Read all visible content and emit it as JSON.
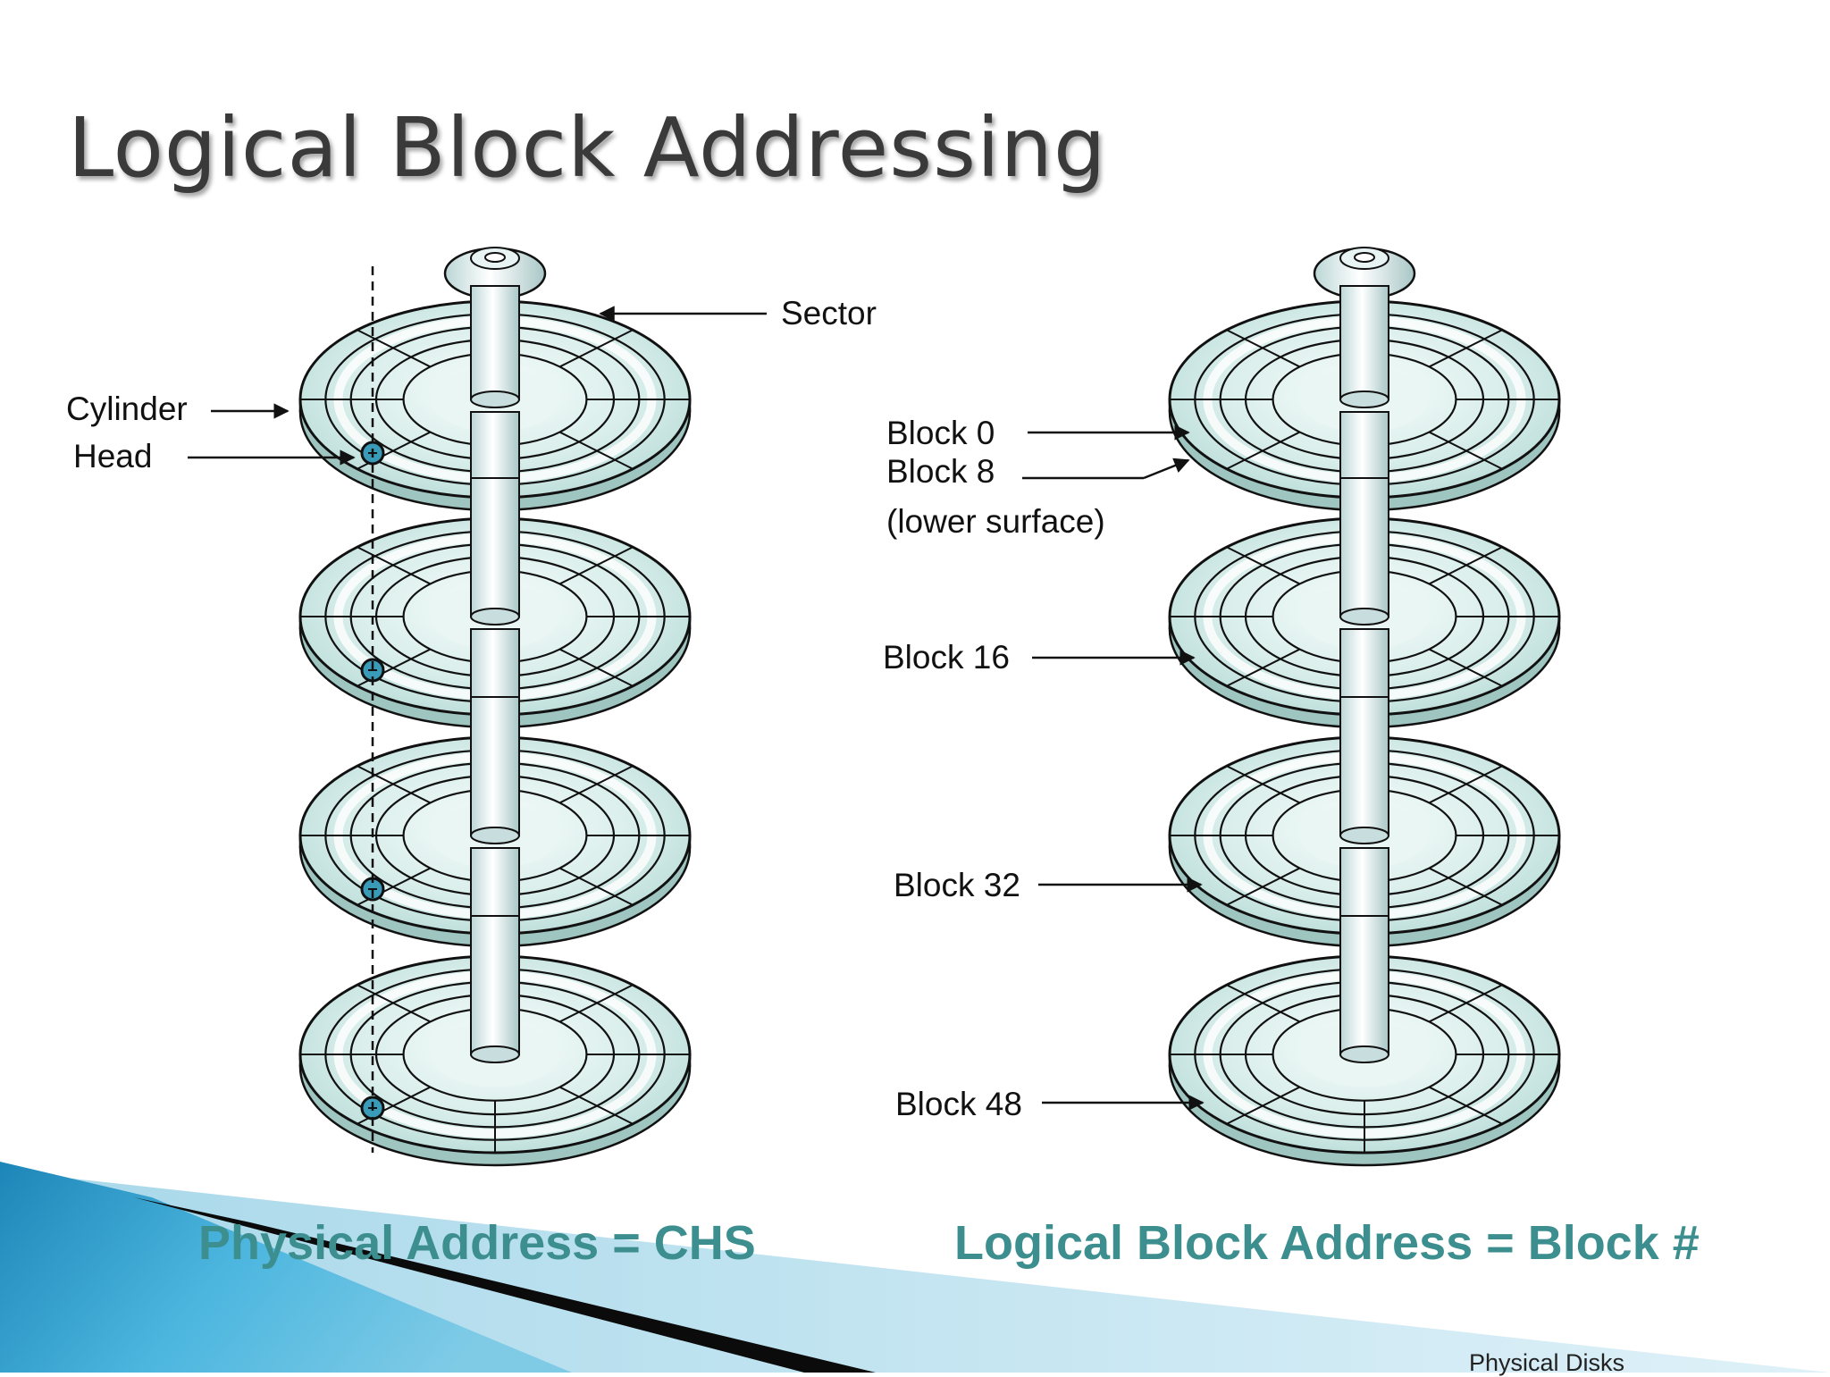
{
  "slide": {
    "title": "Logical Block Addressing",
    "footer": "Physical Disks"
  },
  "left_diagram": {
    "labels": {
      "sector": "Sector",
      "cylinder": "Cylinder",
      "head": "Head"
    },
    "caption": "Physical Address = CHS"
  },
  "right_diagram": {
    "labels": {
      "block0": "Block 0",
      "block8": "Block 8",
      "lower_surface": "(lower surface)",
      "block16": "Block 16",
      "block32": "Block 32",
      "block48": "Block 48"
    },
    "caption": "Logical Block Address = Block #"
  },
  "colors": {
    "platter_fill": "#d4ebe8",
    "platter_stroke": "#111111",
    "caption_text": "#3d8f8f",
    "head_marker": "#3a9bb8",
    "accent_blue": "#2a9fcf"
  }
}
